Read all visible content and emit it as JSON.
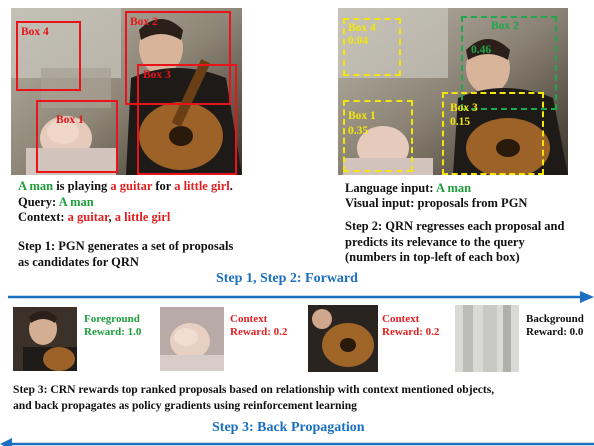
{
  "left_panel": {
    "boxes": [
      {
        "label": "Box 4"
      },
      {
        "label": "Box 2"
      },
      {
        "label": "Box 3"
      },
      {
        "label": "Box 1"
      }
    ],
    "sentence": {
      "s1": "A man",
      "s2": " is playing ",
      "s3": "a guitar",
      "s4": " for ",
      "s5": "a little girl",
      "s6": "."
    },
    "query": {
      "label": "Query: ",
      "value": "A man"
    },
    "context": {
      "label": "Context: ",
      "v1": "a guitar",
      "sep": ", ",
      "v2": "a little girl"
    },
    "step1": {
      "line1": "Step 1: PGN generates a set of proposals",
      "line2": "as candidates for QRN"
    }
  },
  "right_panel": {
    "boxes": [
      {
        "label": "Box 4",
        "score": "0.04"
      },
      {
        "label": "Box 2",
        "score": "0.46"
      },
      {
        "label": "Box 1",
        "score": "0.35"
      },
      {
        "label": "Box 3",
        "score": "0.15"
      }
    ],
    "language": {
      "label": "Language input: ",
      "value": "A man"
    },
    "visual": {
      "label": "Visual input: proposals from PGN"
    },
    "step2": {
      "line1": "Step 2: QRN regresses each proposal and",
      "line2": "predicts its relevance to the query",
      "line3": "(numbers in top-left of each box)"
    }
  },
  "forward_title": "Step 1, Step 2: Forward",
  "rewards": [
    {
      "name": "Foreground",
      "reward": "Reward: 1.0",
      "color": "#1e9e3c"
    },
    {
      "name": "Context",
      "reward": "Reward: 0.2",
      "color": "#e02020"
    },
    {
      "name": "Context",
      "reward": "Reward: 0.2",
      "color": "#e02020"
    },
    {
      "name": "Background",
      "reward": "Reward: 0.0",
      "color": "#111111"
    }
  ],
  "step3": {
    "line1": "Step 3: CRN rewards top ranked proposals based on relationship with context mentioned objects,",
    "line2": "and back propagates as policy gradients using reinforcement learning"
  },
  "backprop_title": "Step 3: Back Propagation"
}
